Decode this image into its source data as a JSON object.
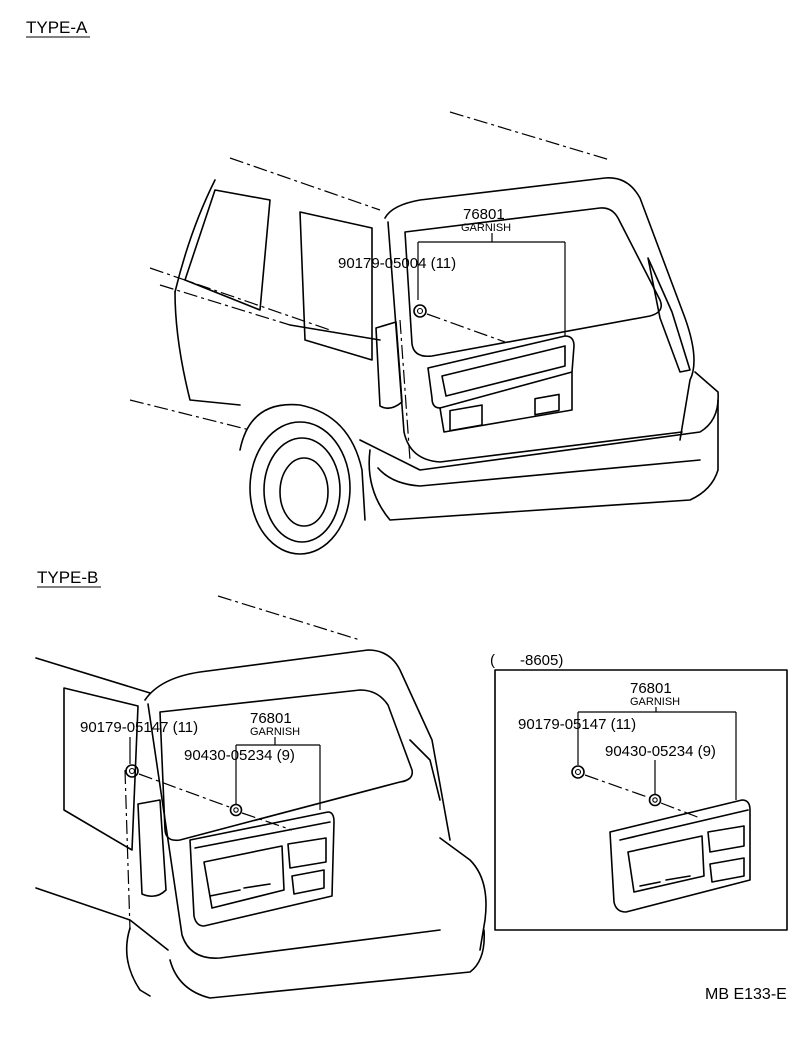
{
  "sections": {
    "type_a": "TYPE-A",
    "type_b": "TYPE-B"
  },
  "type_a": {
    "garnish_number": "76801",
    "garnish_name": "GARNISH",
    "clip": "90179-05004 (11)"
  },
  "type_b": {
    "garnish_number": "76801",
    "garnish_name": "GARNISH",
    "clip": "90179-05147 (11)",
    "nut": "90430-05234 (9)"
  },
  "inset": {
    "range": "(      -8605)",
    "garnish_number": "76801",
    "garnish_name": "GARNISH",
    "clip": "90179-05147 (11)",
    "nut": "90430-05234 (9)"
  },
  "figure_code": "MB E133-E"
}
